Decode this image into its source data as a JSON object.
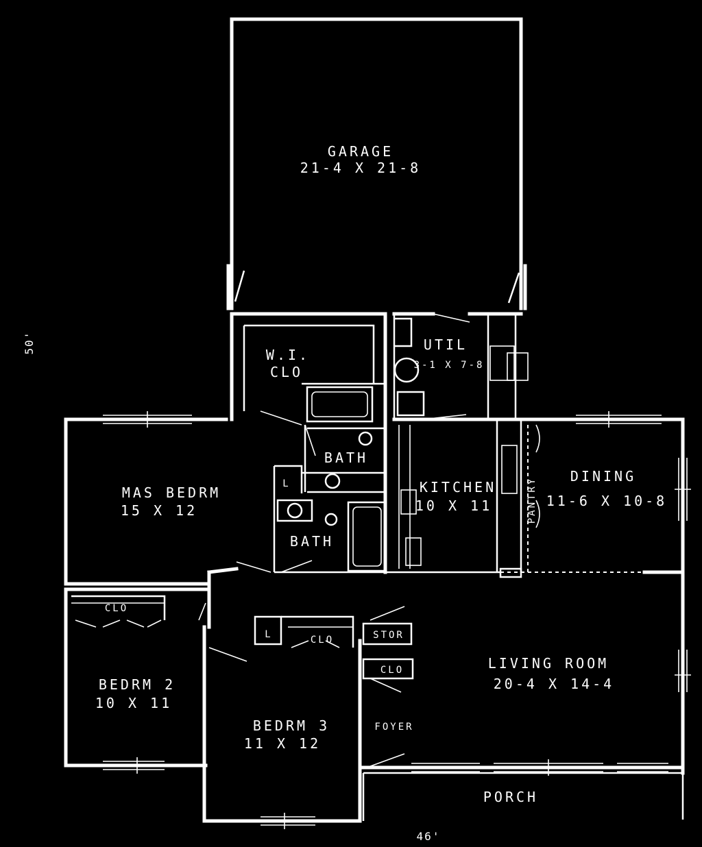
{
  "rooms": {
    "garage": {
      "name": "GARAGE",
      "size": "21-4 X 21-8"
    },
    "wic": {
      "name": "W.I.",
      "sub": "CLO"
    },
    "util": {
      "name": "UTIL",
      "size": "3-1 X 7-8"
    },
    "bath1": {
      "name": "BATH"
    },
    "bath2": {
      "name": "BATH"
    },
    "mas_bedrm": {
      "name": "MAS BEDRM",
      "size": "15 X 12"
    },
    "kitchen": {
      "name": "KITCHEN",
      "size": "10 X 11"
    },
    "dining": {
      "name": "DINING",
      "size": "11-6 X 10-8"
    },
    "bedrm2": {
      "name": "BEDRM 2",
      "size": "10 X 11"
    },
    "bedrm3": {
      "name": "BEDRM 3",
      "size": "11 X 12"
    },
    "living": {
      "name": "LIVING ROOM",
      "size": "20-4 X 14-4"
    },
    "foyer": {
      "name": "FOYER"
    },
    "porch": {
      "name": "PORCH"
    }
  },
  "closets": {
    "clo_bed2": "CLO",
    "clo_bed3": "CLO",
    "stor": "STOR",
    "clo_foyer": "CLO",
    "l_mas": "L",
    "l_bed3": "L",
    "pantry": "PANTRY"
  },
  "dimensions": {
    "depth": "50'",
    "width": "46'"
  }
}
